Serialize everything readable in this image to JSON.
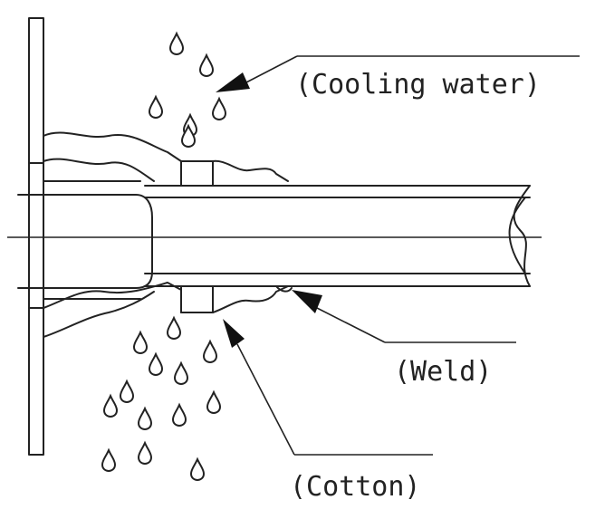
{
  "labels": {
    "cooling_water": "(Cooling water)",
    "weld": "(Weld)",
    "cotton": "(Cotton)"
  },
  "colors": {
    "line": "#222222",
    "background": "#ffffff"
  }
}
